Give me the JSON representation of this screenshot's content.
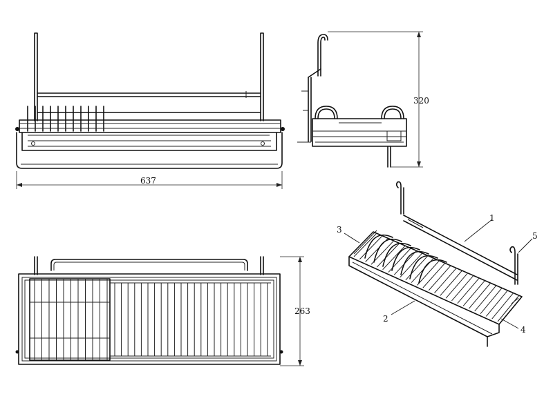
{
  "dimensions": {
    "width": "637",
    "height": "320",
    "depth": "263"
  },
  "callouts": {
    "c1": "1",
    "c2": "2",
    "c3": "3",
    "c4": "4",
    "c5": "5"
  },
  "colors": {
    "line": "#111111",
    "background": "#ffffff"
  }
}
